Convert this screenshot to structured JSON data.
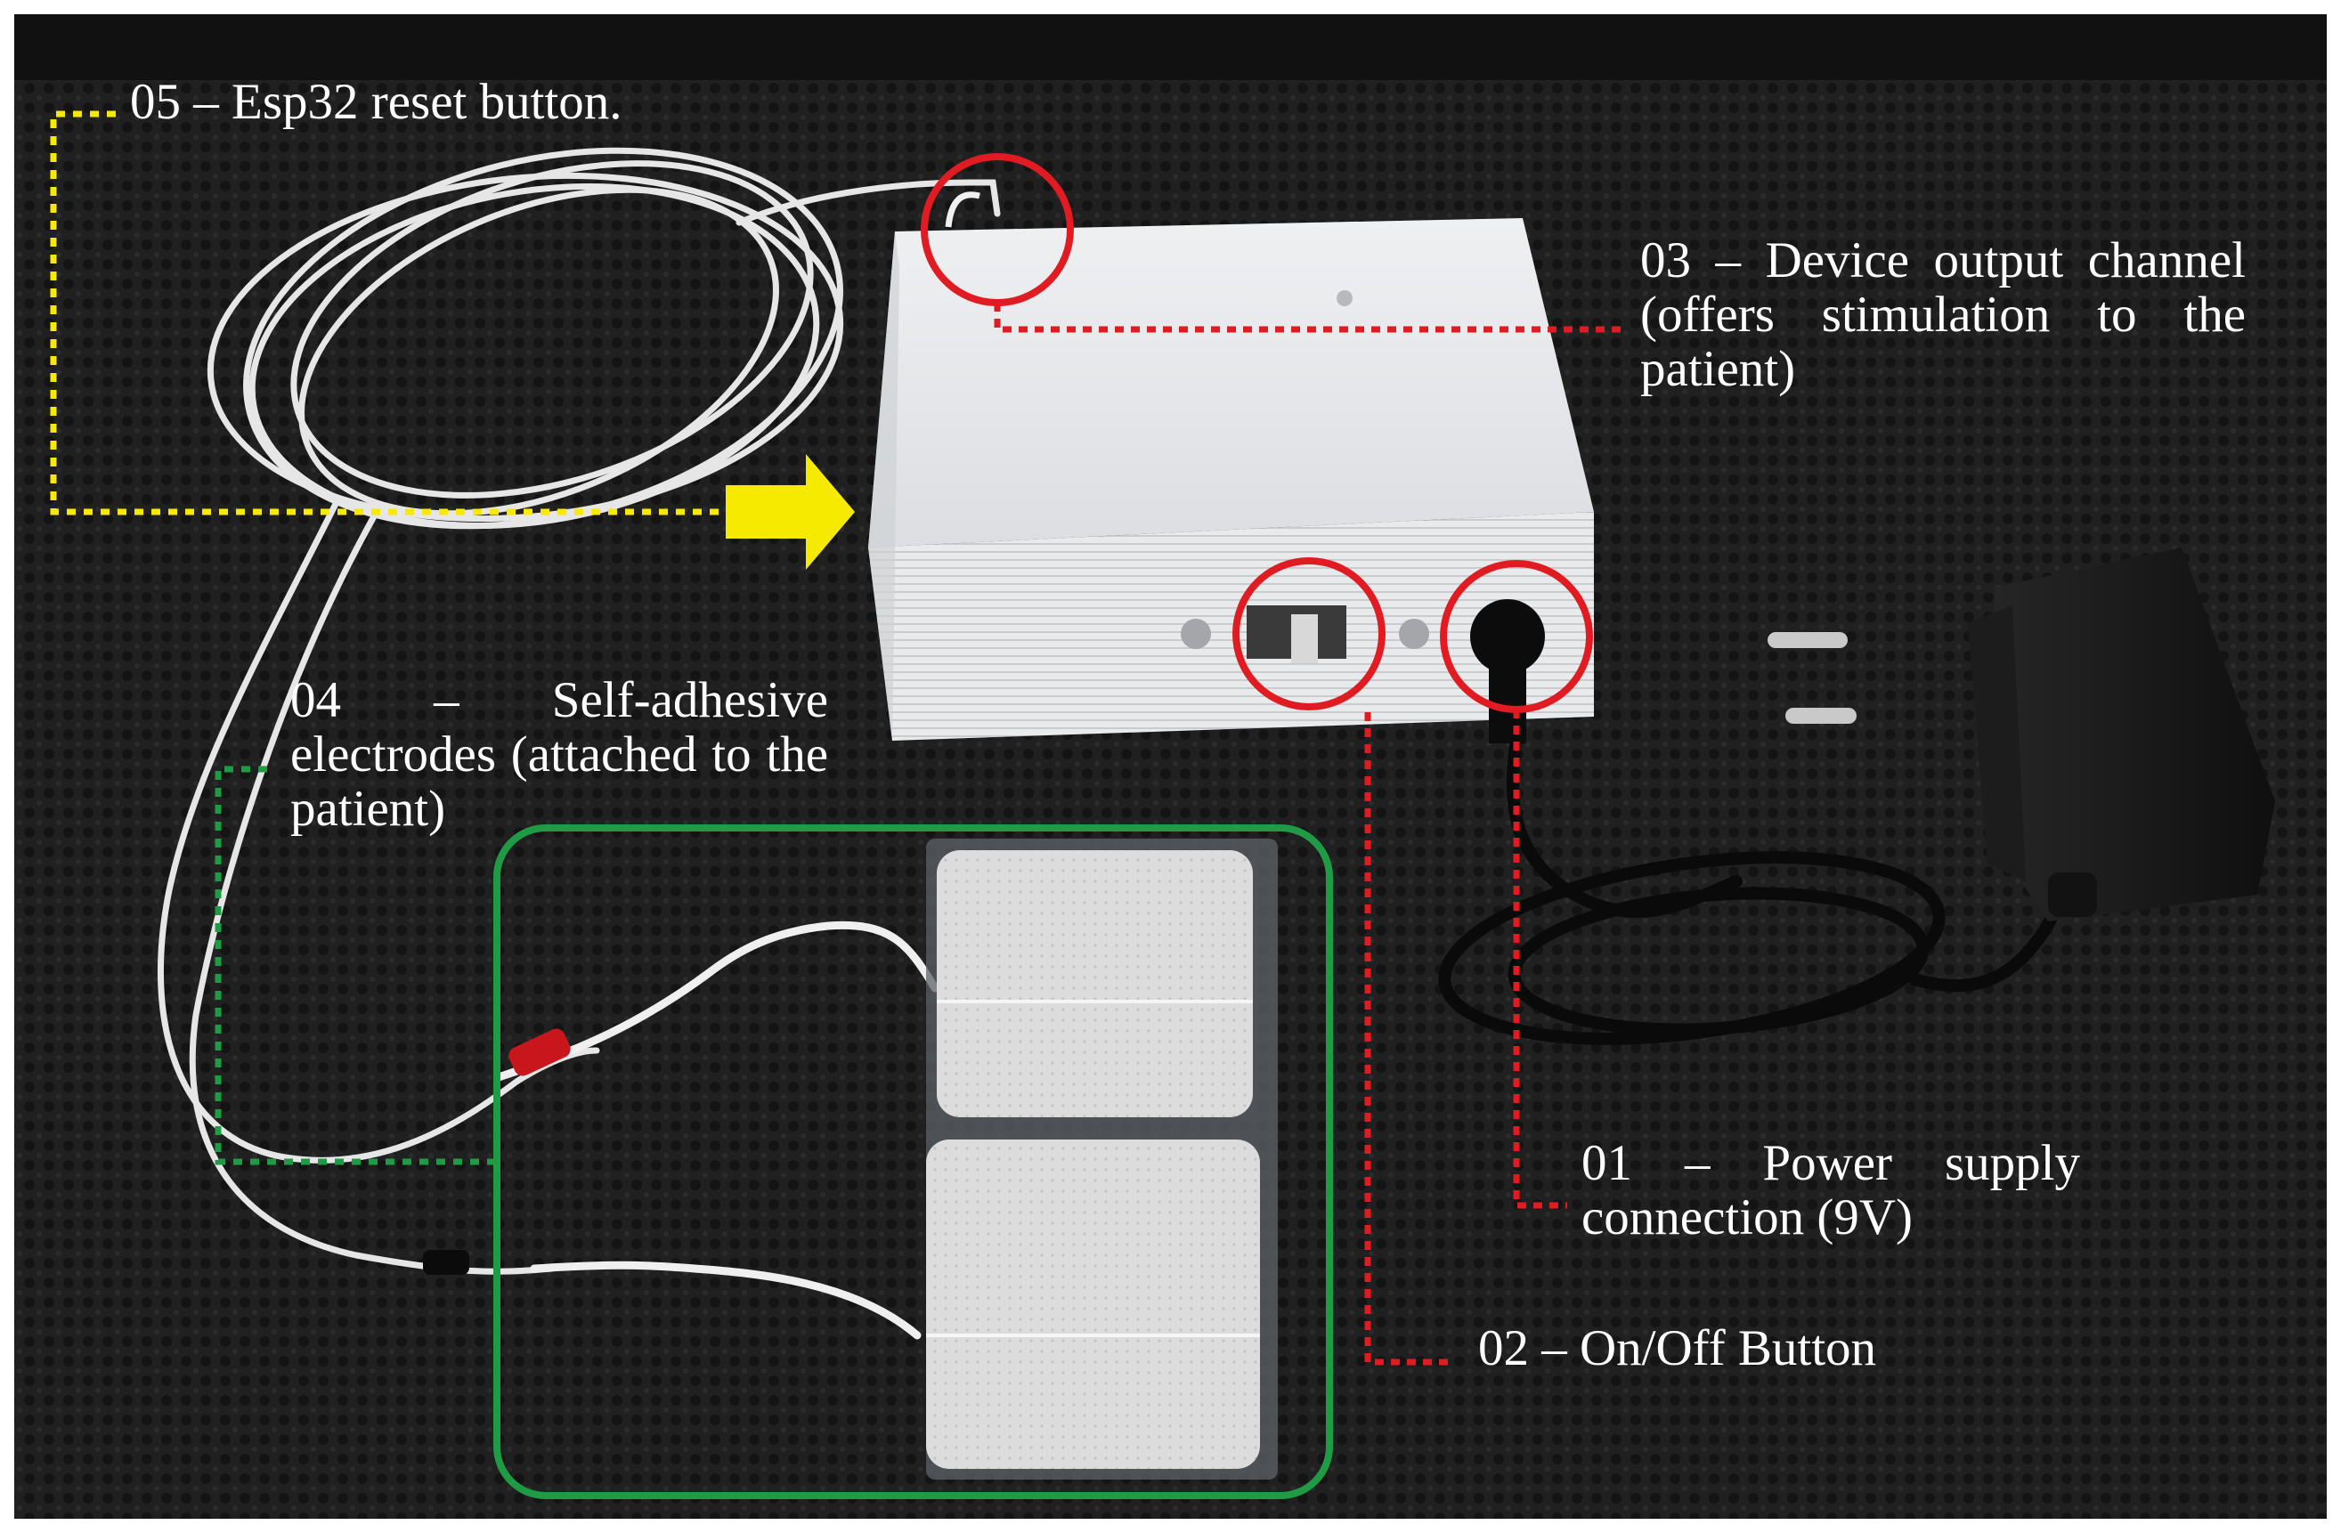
{
  "labels": {
    "reset": "05 – Esp32 reset button.",
    "output": "03 – Device output channel (offers stimulation to the patient)",
    "electrodes": "04 – Self-adhesive electrodes (attached to the patient)",
    "power": "01 – Power supply connection (9V)",
    "onoff": "02 – On/Off Button"
  },
  "colors": {
    "reset_marker": "#f6ea00",
    "output_marker": "#e11b22",
    "onoff_marker": "#e11b22",
    "power_marker": "#e11b22",
    "electrodes_marker": "#1f9b46",
    "background": "#1b1b1b"
  }
}
